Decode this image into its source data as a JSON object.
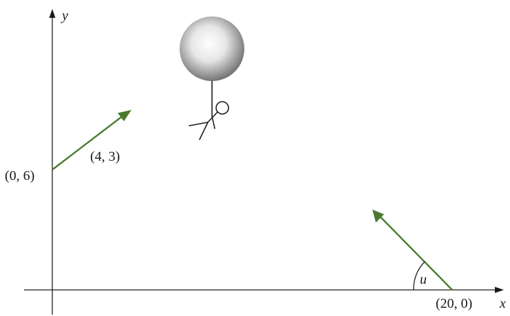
{
  "axes": {
    "x_label": "x",
    "y_label": "y"
  },
  "points": {
    "start_point_label": "(0, 6)",
    "direction_label": "(4, 3)",
    "launch_point_label": "(20, 0)"
  },
  "angle": {
    "label": "u"
  },
  "colors": {
    "vector": "#4a7a2f",
    "axis": "#1a1a1a",
    "balloon_light": "#ffffff",
    "balloon_dark": "#6e6e6e"
  },
  "icons": {
    "balloon": "balloon-icon",
    "person": "stick-figure-icon"
  }
}
